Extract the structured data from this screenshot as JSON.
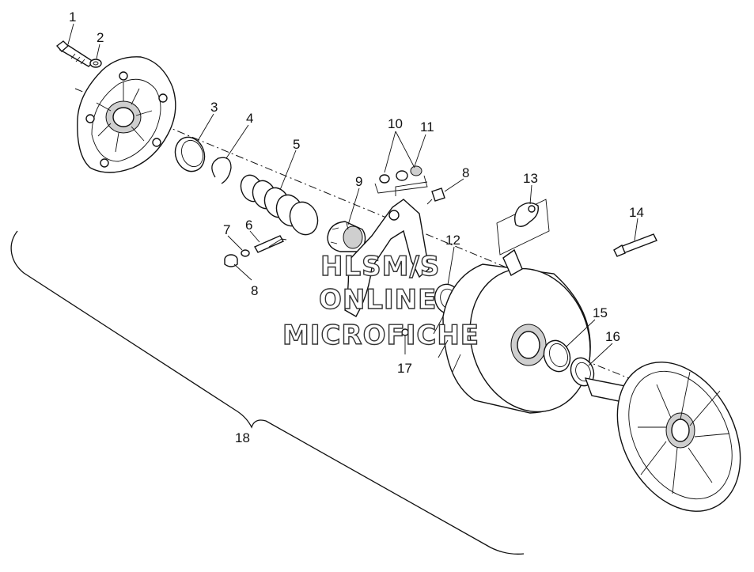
{
  "callouts": {
    "c1": "1",
    "c2": "2",
    "c3": "3",
    "c4": "4",
    "c5": "5",
    "c6": "6",
    "c7": "7",
    "c8a": "8",
    "c8b": "8",
    "c9": "9",
    "c10": "10",
    "c11": "11",
    "c12": "12",
    "c13": "13",
    "c14": "14",
    "c15": "15",
    "c16": "16",
    "c17": "17",
    "c18": "18"
  },
  "watermark": {
    "line1": "HLSM/S",
    "line2": "ONLINE",
    "line3": "MICROFICHE"
  }
}
